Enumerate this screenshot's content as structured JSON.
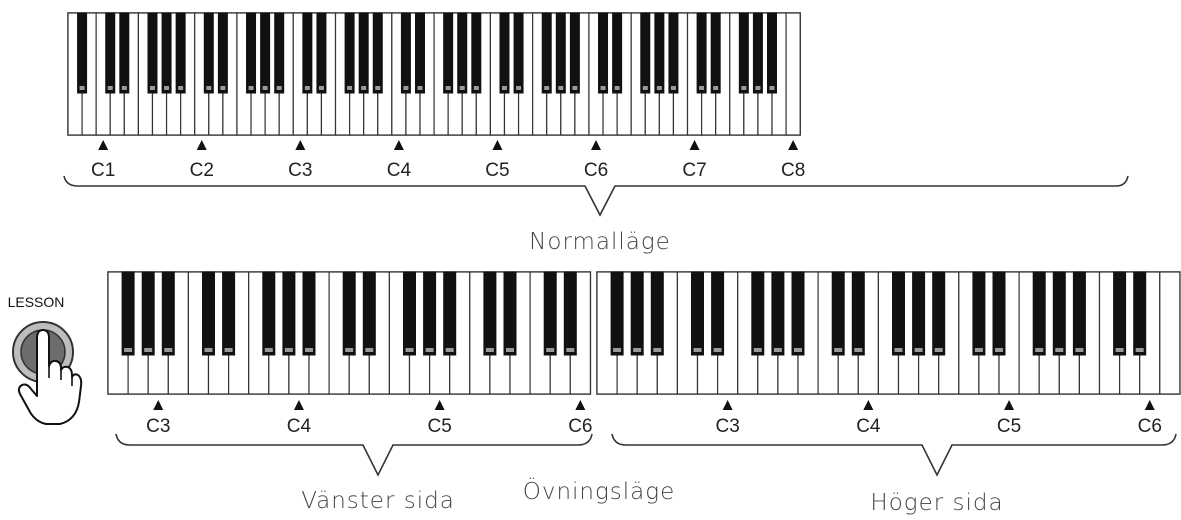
{
  "normal_mode": {
    "keyboard_label": "Normalläge",
    "markers": [
      "C1",
      "C2",
      "C3",
      "C4",
      "C5",
      "C6",
      "C7",
      "C8"
    ]
  },
  "practice_mode": {
    "label": "Övningsläge",
    "left": {
      "label": "Vänster sida",
      "markers": [
        "C3",
        "C4",
        "C5",
        "C6"
      ]
    },
    "right": {
      "label": "Höger sida",
      "markers": [
        "C3",
        "C4",
        "C5",
        "C6"
      ]
    }
  },
  "lesson_button": {
    "label": "LESSON",
    "icon": "hand-pointer-icon"
  },
  "colors": {
    "key_outline": "#333333",
    "black_key": "#111111",
    "text": "#222222"
  }
}
